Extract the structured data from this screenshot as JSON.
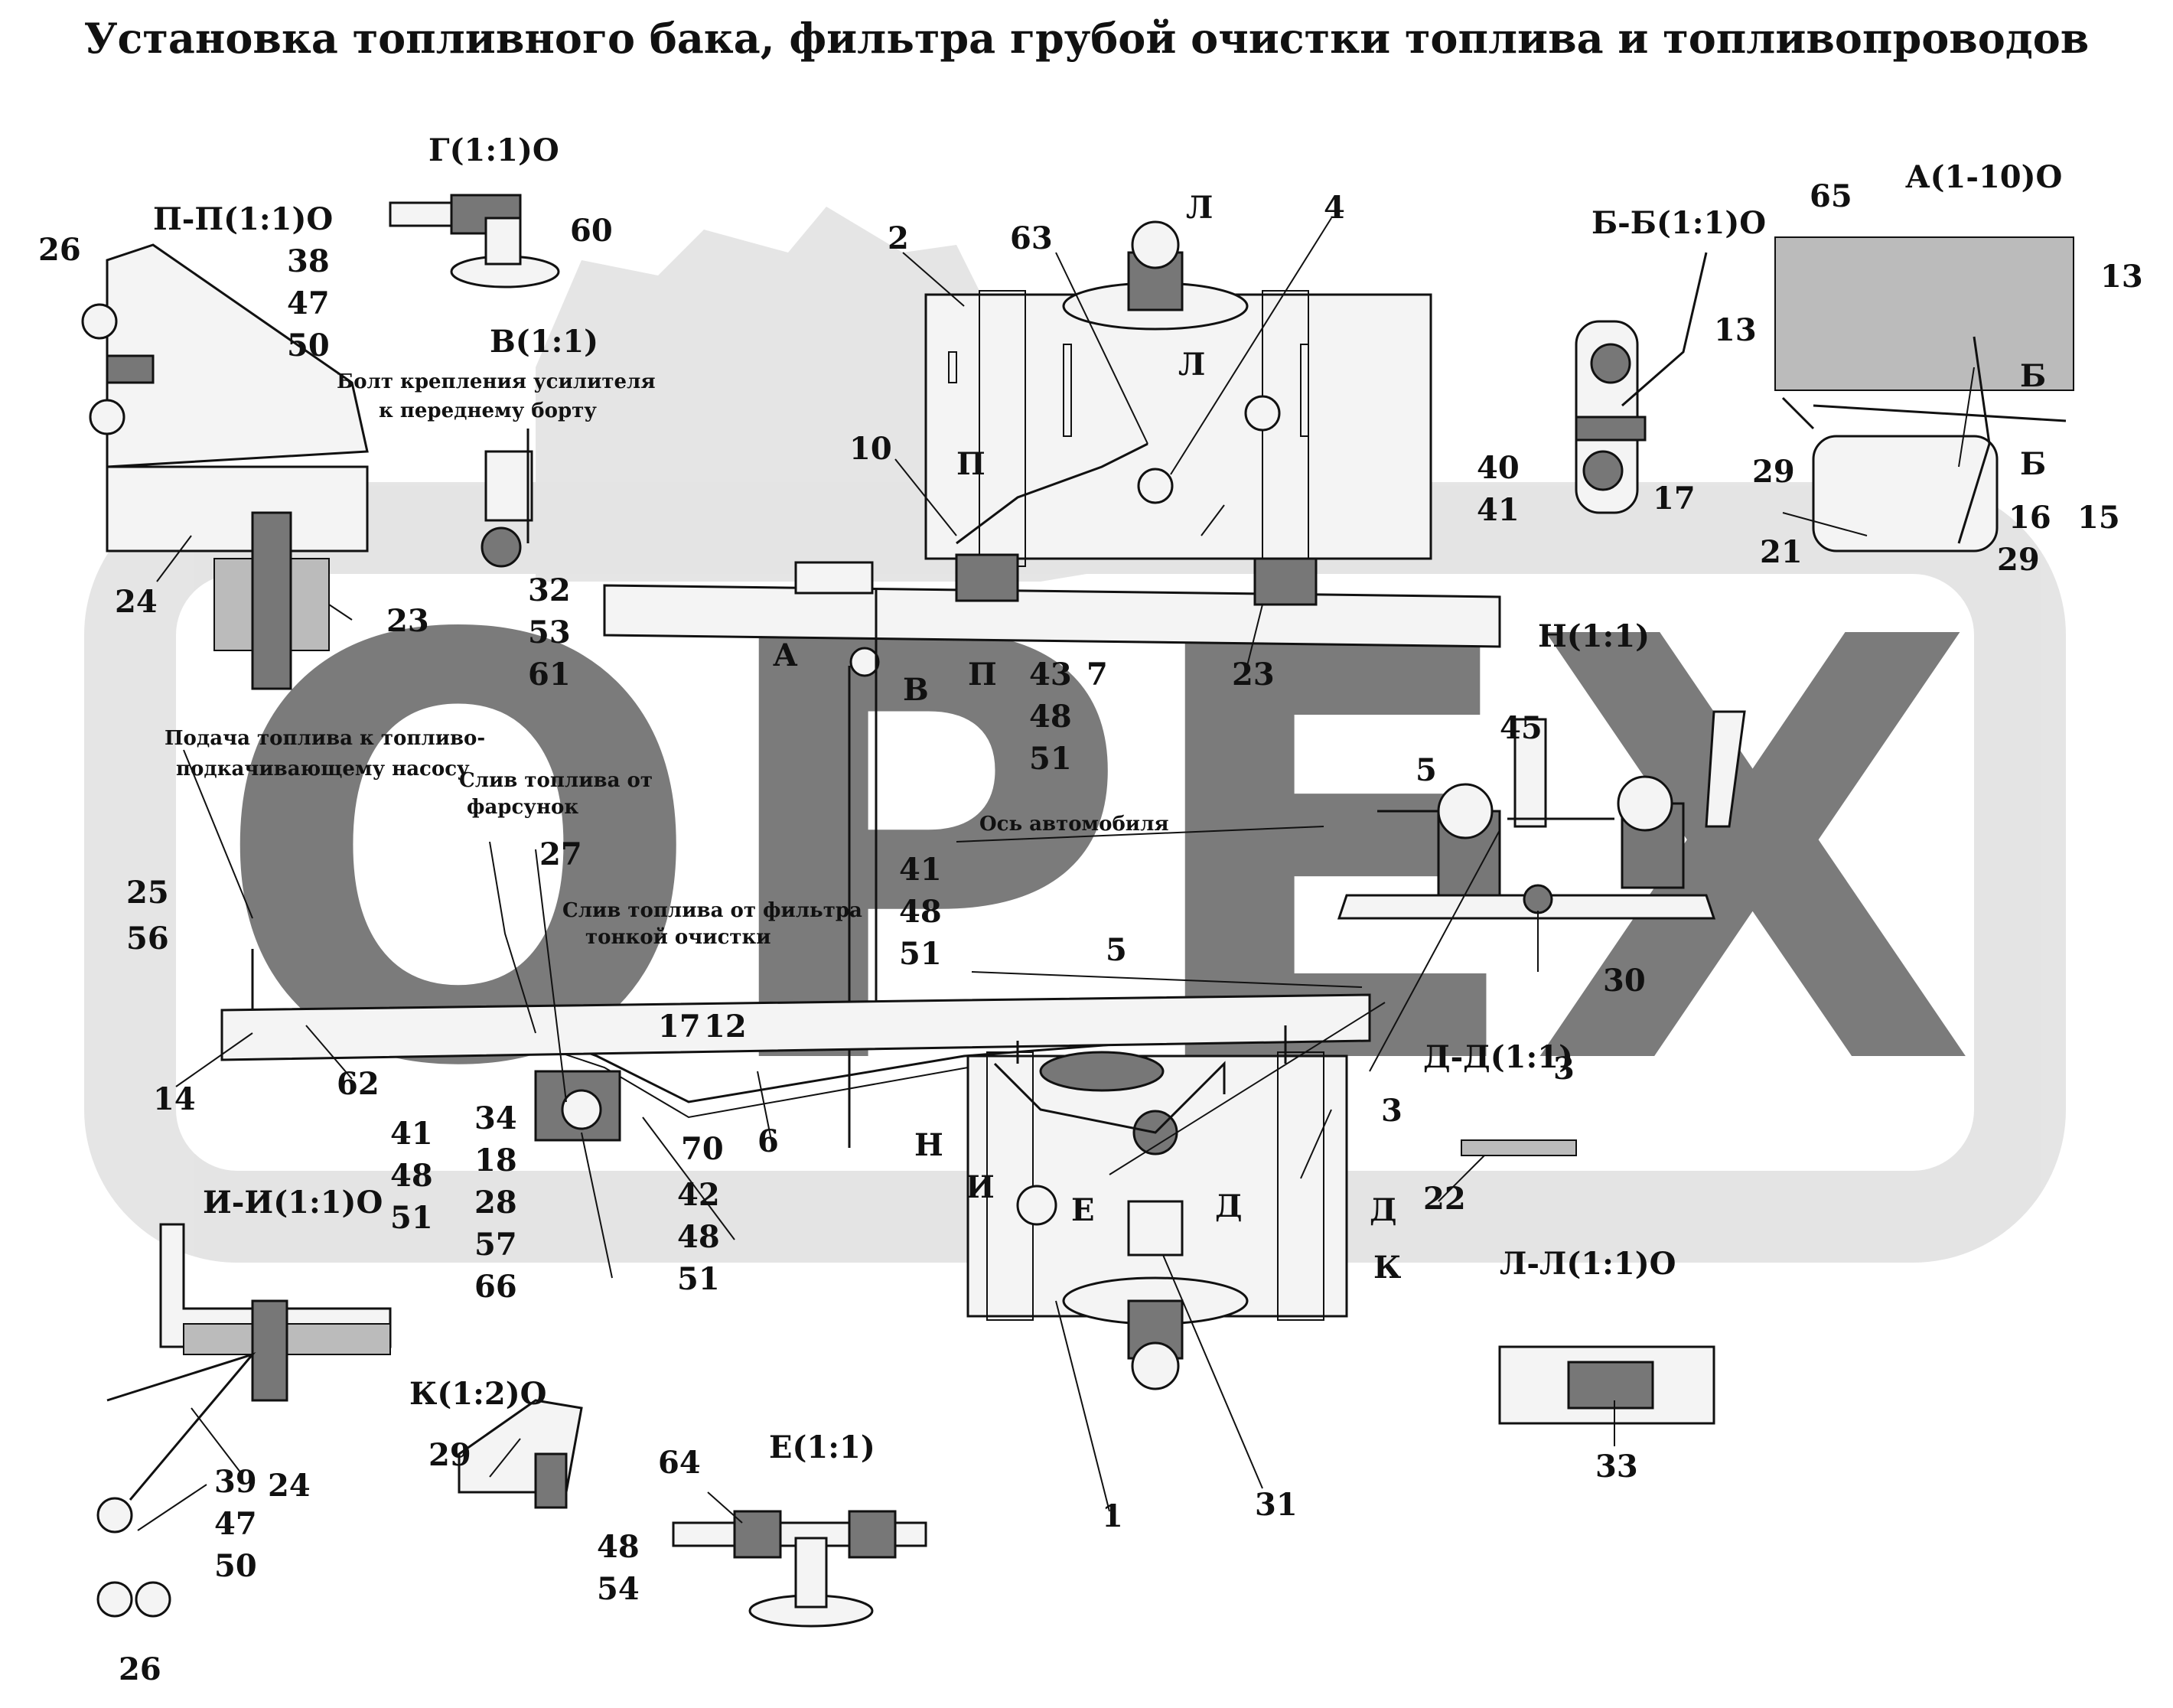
{
  "title": "Установка топливного бака, фильтра грубой очистки топлива и топливопроводов",
  "watermark": {
    "text": "OPEX",
    "color": "#cccccc"
  },
  "views": {
    "pp": "П-П(1:1)О",
    "g": "Г(1:1)О",
    "v": "В(1:1)",
    "bb": "Б-Б(1:1)О",
    "a": "А(1-10)О",
    "n": "Н(1:1)",
    "ii": "И-И(1:1)О",
    "dd": "Д-Д(1:1)",
    "ll": "Л-Л(1:1)О",
    "k": "К(1:2)О",
    "e": "Е(1:1)"
  },
  "notes": {
    "bolt_1": "Болт крепления усилителя",
    "bolt_2": "к переднему борту",
    "feed_1": "Подача топлива к топливо-",
    "feed_2": "подкачивающему насосу",
    "drain_inj_1": "Слив топлива от",
    "drain_inj_2": "фарсунок",
    "drain_filter_1": "Слив топлива от фильтра",
    "drain_filter_2": "тонкой очистки",
    "axis": "Ось автомобиля"
  },
  "section_letters": {
    "a": "А",
    "v": "В",
    "p_top": "П",
    "p_bottom": "П",
    "l_top": "Л",
    "l_bottom": "Л",
    "n": "Н",
    "i": "И",
    "e": "Е",
    "d1": "Д",
    "d2": "Д",
    "k": "К",
    "b1": "Б",
    "b2": "Б"
  },
  "callouts": {
    "c26a": "26",
    "c38": "38",
    "c47a": "47",
    "c50a": "50",
    "c24a": "24",
    "c23a": "23",
    "c60": "60",
    "c32": "32",
    "c53": "53",
    "c61": "61",
    "c2": "2",
    "c63": "63",
    "c4": "4",
    "c10": "10",
    "c43": "43",
    "c7": "7",
    "c48a": "48",
    "c51a": "51",
    "c23b": "23",
    "c13a": "13",
    "c40": "40",
    "c41a": "41",
    "c17a": "17",
    "c65": "65",
    "c13b": "13",
    "c29a": "29",
    "c21": "21",
    "c16": "16",
    "c15": "15",
    "c29b": "29",
    "c5a": "5",
    "c45": "45",
    "c30": "30",
    "c25": "25",
    "c56": "56",
    "c27": "27",
    "c62": "62",
    "c14": "14",
    "c41b": "41",
    "c48b": "48",
    "c51b": "51",
    "c17b": "17",
    "c12": "12",
    "c5b": "5",
    "c34": "34",
    "c41c": "41",
    "c48c": "48",
    "c51c": "51",
    "c18": "18",
    "c28": "28",
    "c57": "57",
    "c66": "66",
    "c70": "70",
    "c6": "6",
    "c42": "42",
    "c48d": "48",
    "c51d": "51",
    "c3a": "3",
    "c3b": "3",
    "c22": "22",
    "c1": "1",
    "c31": "31",
    "c33": "33",
    "c24b": "24",
    "c39": "39",
    "c47b": "47",
    "c50b": "50",
    "c26b": "26",
    "c29c": "29",
    "c48e": "48",
    "c54": "54",
    "c64": "64"
  }
}
